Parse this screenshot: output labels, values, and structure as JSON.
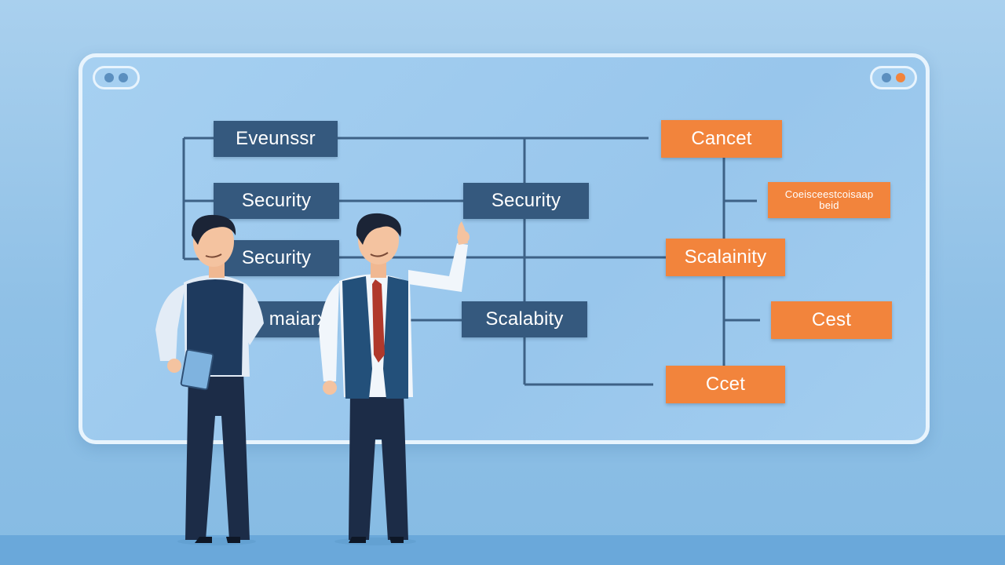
{
  "diagram": {
    "blue_nodes": [
      {
        "id": "n1",
        "label": "Eveunssr"
      },
      {
        "id": "n2",
        "label": "Security"
      },
      {
        "id": "n3",
        "label": "Security"
      },
      {
        "id": "n4",
        "label": "Scalabity"
      },
      {
        "id": "n5",
        "label": "Security"
      },
      {
        "id": "n6",
        "label": "maiarx"
      }
    ],
    "orange_nodes": [
      {
        "id": "o1",
        "label": "Cancet"
      },
      {
        "id": "o2",
        "label": "Coeisceestcoisaap beid"
      },
      {
        "id": "o3",
        "label": "Scalainity"
      },
      {
        "id": "o4",
        "label": "Cest"
      },
      {
        "id": "o5",
        "label": "Ccet"
      }
    ]
  },
  "colors": {
    "node_blue": "#35597e",
    "node_orange": "#f2843c",
    "connector": "#3d6186",
    "board_frame": "#e8f4fd",
    "window_dot_left": "#5b8fbf",
    "window_dot_right": "#f2843c"
  }
}
